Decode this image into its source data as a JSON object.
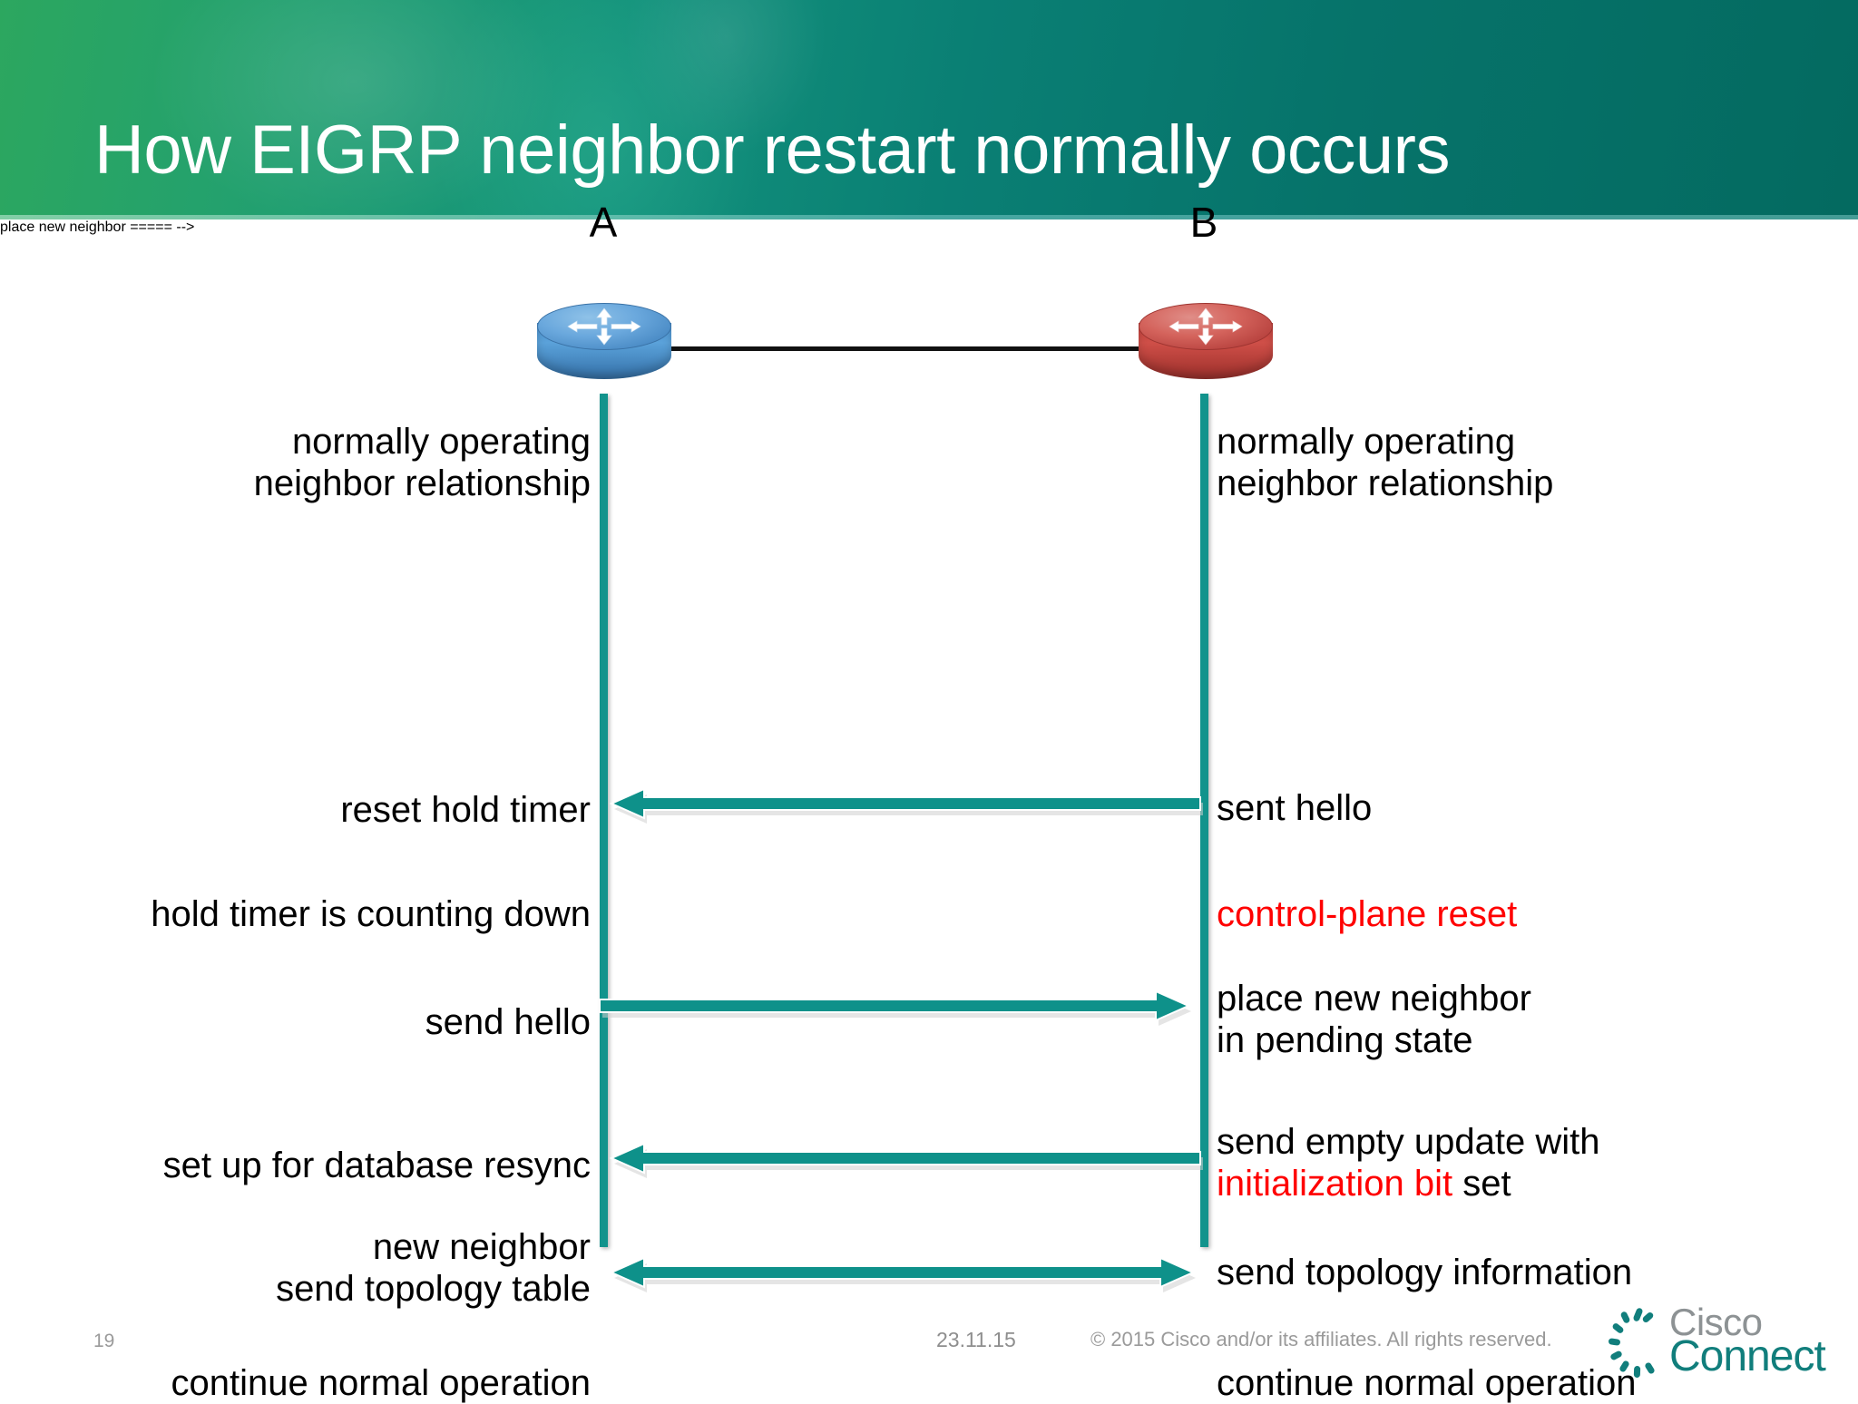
{
  "slide": {
    "title": "How EIGRP neighbor restart normally occurs",
    "header_gradient_from": "#2CA75F",
    "header_gradient_to": "#046A60"
  },
  "diagram": {
    "type": "sequence-diagram",
    "accent_color": "#12938C",
    "highlight_color": "#FF0000",
    "nodes": [
      {
        "id": "A",
        "label": "A",
        "icon": "router-icon",
        "color": "#4b8cc6",
        "role": "local-router"
      },
      {
        "id": "B",
        "label": "B",
        "icon": "router-icon",
        "color": "#c0413c",
        "role": "remote-router"
      }
    ],
    "link_label": "",
    "rows": [
      {
        "left": [
          "normally operating",
          "neighbor relationship"
        ],
        "right": [
          "normally operating",
          "neighbor relationship"
        ],
        "arrow": null
      },
      {
        "left": [
          "reset hold timer"
        ],
        "right": [
          "sent hello"
        ],
        "arrow": "left"
      },
      {
        "left": [
          "hold timer is counting down"
        ],
        "right": [
          "control-plane reset"
        ],
        "right_red": true,
        "arrow": null
      },
      {
        "left": [
          "send hello"
        ],
        "right": [
          "place new neighbor",
          "in pending state"
        ],
        "arrow": "right"
      },
      {
        "left": [
          "set up for database resync"
        ],
        "right": [
          "send empty update with",
          "initialization bit set"
        ],
        "right_red_prefix": "initialization bit",
        "arrow": "left"
      },
      {
        "left": [
          "new neighbor",
          "send topology table"
        ],
        "right": [
          "send topology information"
        ],
        "arrow": "both"
      },
      {
        "left": [
          "continue normal operation"
        ],
        "right": [
          "continue normal operation"
        ],
        "arrow": null
      }
    ]
  },
  "rows_flat": {
    "r0_left_l1": "normally operating",
    "r0_left_l2": "neighbor relationship",
    "r0_right_l1": "normally operating",
    "r0_right_l2": "neighbor relationship",
    "r1_left": "reset hold timer",
    "r1_right": "sent hello",
    "r2_left": "hold timer is counting down",
    "r2_right": "control-plane reset",
    "r3_left": "send hello",
    "r3_right_l1": "place new neighbor",
    "r3_right_l2": "in pending state",
    "r4_left": "set up for database resync",
    "r4_right_l1": "send empty update with",
    "r4_right_l2_red": "initialization bit",
    "r4_right_l2_rest": " set",
    "r5_left_l1": "new neighbor",
    "r5_left_l2": "send topology table",
    "r5_right": "send topology information",
    "r6_left": "continue normal operation",
    "r6_right": "continue normal operation"
  },
  "labels": {
    "node_a": "A",
    "node_b": "B"
  },
  "footer": {
    "slide_number": "19",
    "date": "23.11.15",
    "copyright": "© 2015 Cisco and/or its affiliates. All rights reserved.",
    "logo_top": "Cisco",
    "logo_bottom": "Connect"
  }
}
